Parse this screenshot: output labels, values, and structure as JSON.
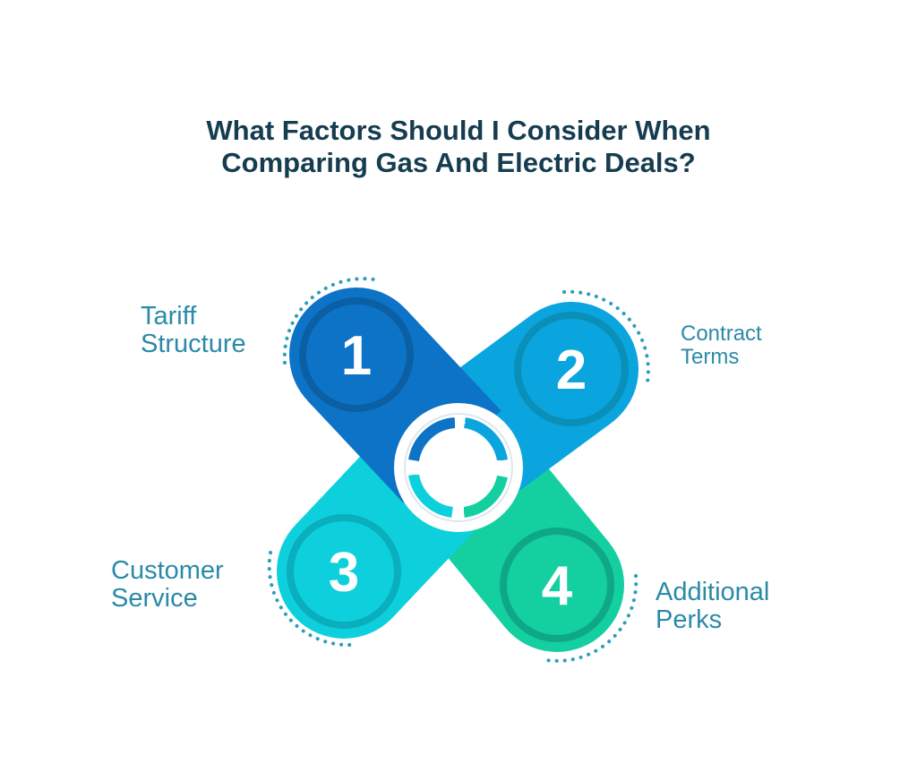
{
  "title": {
    "line1": "What Factors Should I Consider When",
    "line2": "Comparing Gas And Electric Deals?"
  },
  "items": [
    {
      "number": "1",
      "label_line1": "Tariff",
      "label_line2": "Structure",
      "color": "#0d73c7",
      "ring": "#0b5fa4"
    },
    {
      "number": "2",
      "label_line1": "Contract",
      "label_line2": "Terms",
      "color": "#0aa4de",
      "ring": "#0a8fb8"
    },
    {
      "number": "3",
      "label_line1": "Customer",
      "label_line2": "Service",
      "color": "#0ed0dc",
      "ring": "#0aaebd"
    },
    {
      "number": "4",
      "label_line1": "Additional",
      "label_line2": "Perks",
      "color": "#14cf9f",
      "ring": "#0ea886"
    }
  ],
  "accent_dots_color": "#2b9fb8",
  "center_icon": "cycle-arrows-icon"
}
